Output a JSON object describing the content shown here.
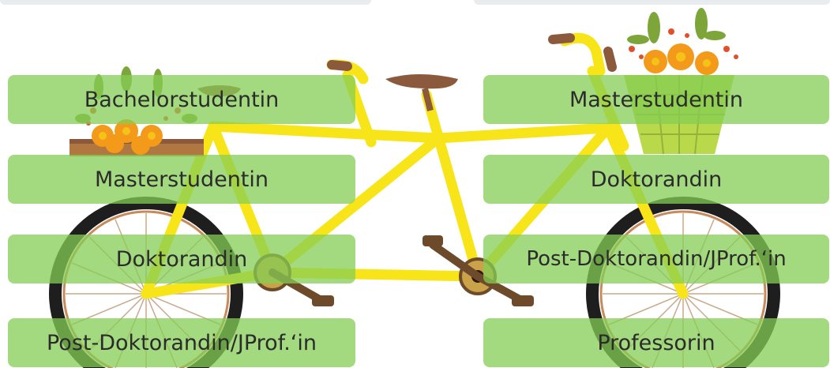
{
  "left_column": [
    {
      "label": "Bachelorstudentin"
    },
    {
      "label": "Masterstudentin"
    },
    {
      "label": "Doktorandin"
    },
    {
      "label": "Post-Doktorandin/JProf.‘in"
    }
  ],
  "right_column": [
    {
      "label": "Masterstudentin"
    },
    {
      "label": "Doktorandin"
    },
    {
      "label": "Post-Doktorandin/JProf.‘in"
    },
    {
      "label": "Professorin"
    }
  ],
  "colors": {
    "box_green": "#86cd54",
    "frame_yellow": "#f7e51a",
    "tire": "#1e1e1e",
    "seat_brown": "#8b5a3c",
    "flower_orange": "#f39a1a",
    "leaf_green": "#7da53a",
    "basket_green": "#b9d84a"
  },
  "icons": [
    "tandem-bicycle-illustration",
    "flower-basket-icon",
    "flower-crate-icon"
  ]
}
